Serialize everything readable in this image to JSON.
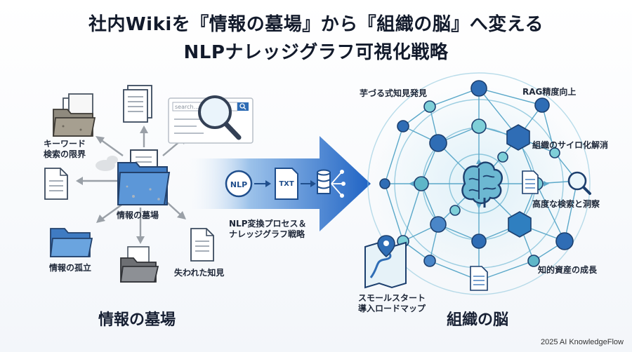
{
  "title": {
    "line1": "社内Wikiを『情報の墓場』から『組織の脳』へ変える",
    "line2": "NLPナレッジグラフ可視化戦略"
  },
  "left": {
    "center_label": "情報の墓場",
    "keyword_limit": [
      "キーワード",
      "検索の限界"
    ],
    "isolation": "情報の孤立",
    "lost": "失われた知見",
    "search_placeholder": "search...",
    "heading": "情報の墓場"
  },
  "middle": {
    "nlp_badge": "NLP",
    "txt_label": "TXT",
    "process": [
      "NLP変換プロセス＆",
      "ナレッジグラフ戦略"
    ]
  },
  "right": {
    "discovery": "芋づる式知見発見",
    "rag": "RAG精度向上",
    "silo": "組織のサイロ化解消",
    "advanced_search": "高度な検索と洞察",
    "growth": "知的資産の成長",
    "roadmap": [
      "スモールスタート",
      "導入ロードマップ"
    ],
    "heading": "組織の脳"
  },
  "footer": "2025 AI KnowledgeFlow",
  "colors": {
    "navy": "#1f4e8c",
    "blue": "#2f6db5",
    "teal": "#5fb6c8",
    "light_teal": "#7ecfd8",
    "line": "#5ba8c9",
    "folder": "#4a86c8",
    "grey": "#8a8f96"
  }
}
